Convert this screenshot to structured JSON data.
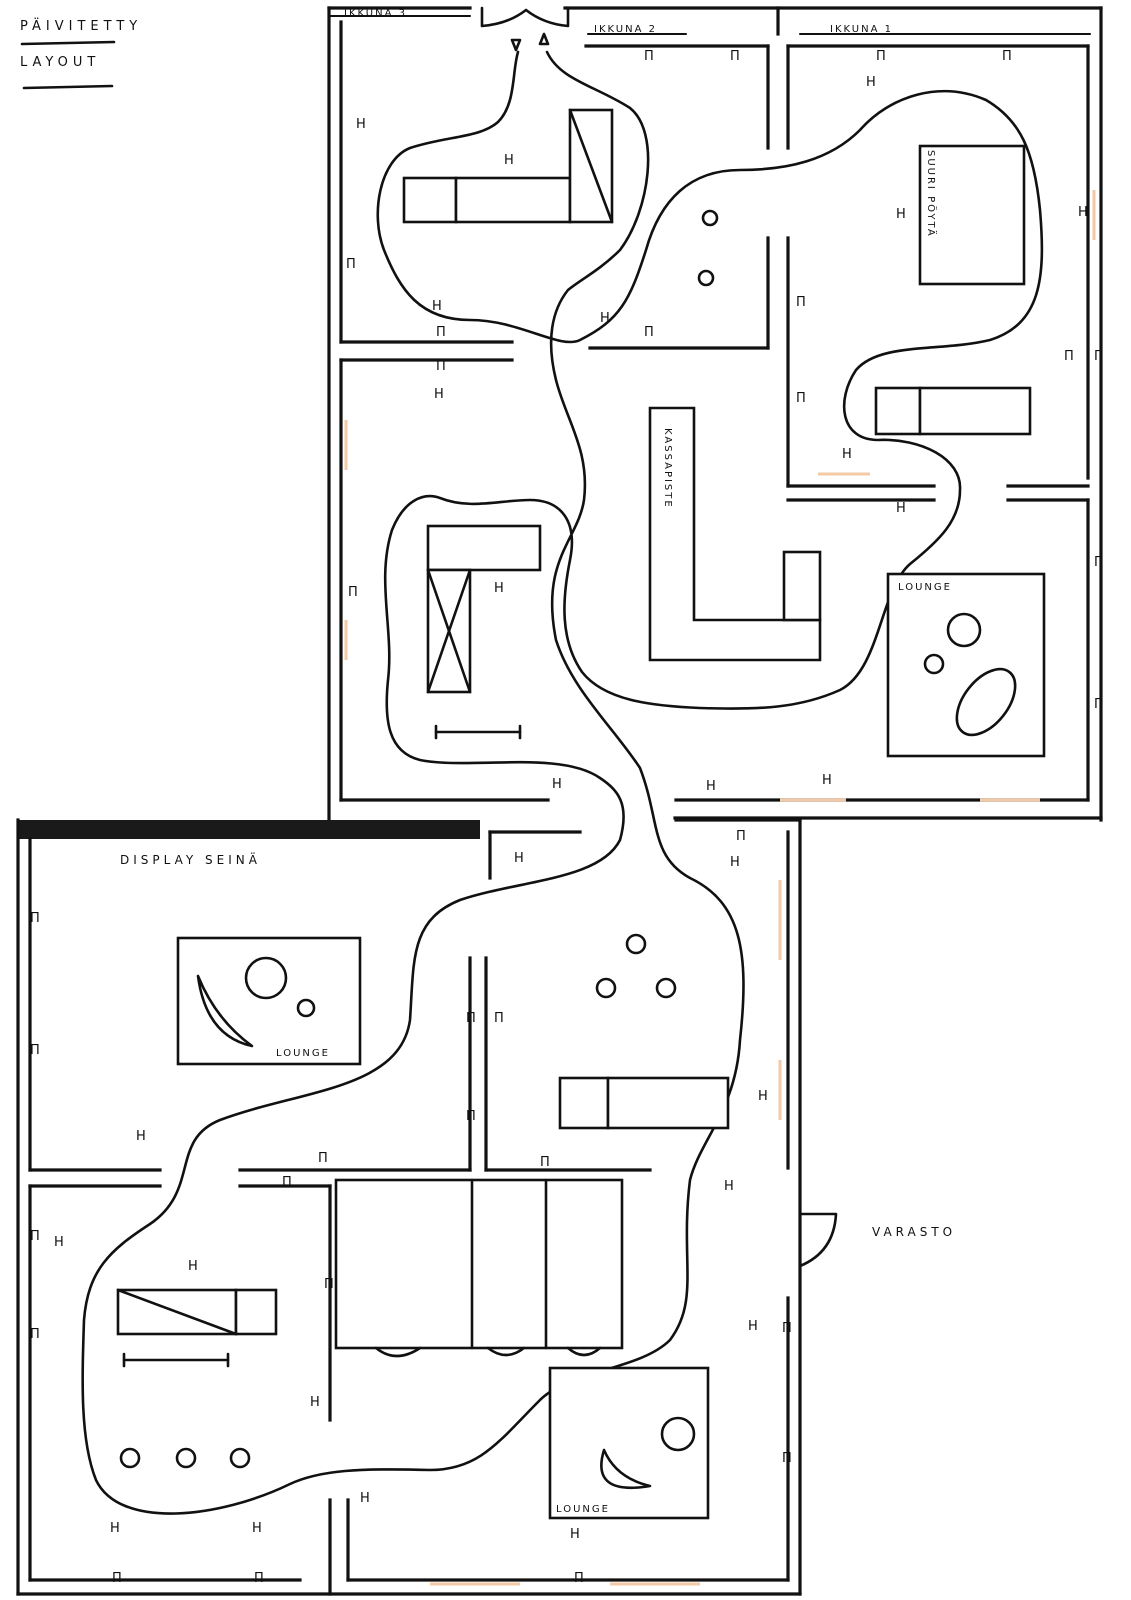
{
  "title": "PÄIVITETTY",
  "subtitle": "LAYOUT",
  "windows": {
    "w1": "IKKUNA 1",
    "w2": "IKKUNA 2",
    "w3": "IKKUNA 3"
  },
  "labels": {
    "suuri_poyta": "SUURI PÖYTÄ",
    "kassapiste": "KASSAPISTE",
    "lounge_top": "LOUNGE",
    "lounge_left": "LOUNGE",
    "lounge_bottom": "LOUNGE",
    "display_seina": "DISPLAY SEINÄ",
    "varasto": "VARASTO"
  },
  "hook_symbols": {
    "h": "H",
    "t": "Π"
  },
  "colors": {
    "ink": "#111111",
    "accent": "#f3c9a6",
    "display_wall": "#1a1a1a"
  }
}
